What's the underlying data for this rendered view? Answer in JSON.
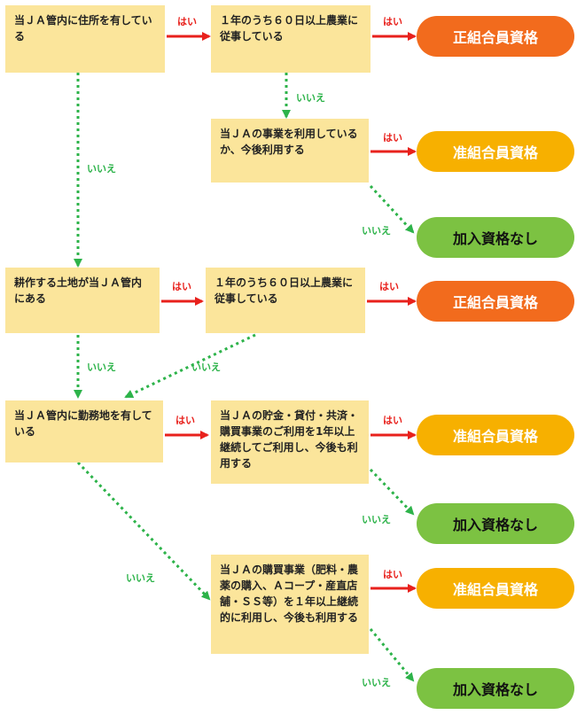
{
  "boxes": {
    "q1": "当ＪＡ管内に住所を有している",
    "q2": "１年のうち６０日以上農業に従事している",
    "q3": "当ＪＡの事業を利用しているか、今後利用する",
    "q4": "耕作する土地が当ＪＡ管内にある",
    "q5": "１年のうち６０日以上農業に従事している",
    "q6": "当ＪＡ管内に勤務地を有している",
    "q7": "当ＪＡの貯金・貸付・共済・購買事業のご利用を1年以上継続してご利用し、今後も利用する",
    "q8": "当ＪＡの購買事業（肥料・農薬の購入、Ａコープ・産直店舗・ＳＳ等）を１年以上継続的に利用し、今後も利用する"
  },
  "results": {
    "r1": "正組合員資格",
    "r2": "准組合員資格",
    "r3": "加入資格なし",
    "r4": "正組合員資格",
    "r5": "准組合員資格",
    "r6": "加入資格なし",
    "r7": "准組合員資格",
    "r8": "加入資格なし"
  },
  "labels": {
    "yes": "はい",
    "no": "いいえ"
  },
  "colors": {
    "box": "#fbe59b",
    "regular_member": "#f26b1d",
    "associate_member": "#f7b000",
    "not_eligible": "#7cc242",
    "yes_arrow": "#e8211c",
    "no_arrow": "#2db34a"
  }
}
